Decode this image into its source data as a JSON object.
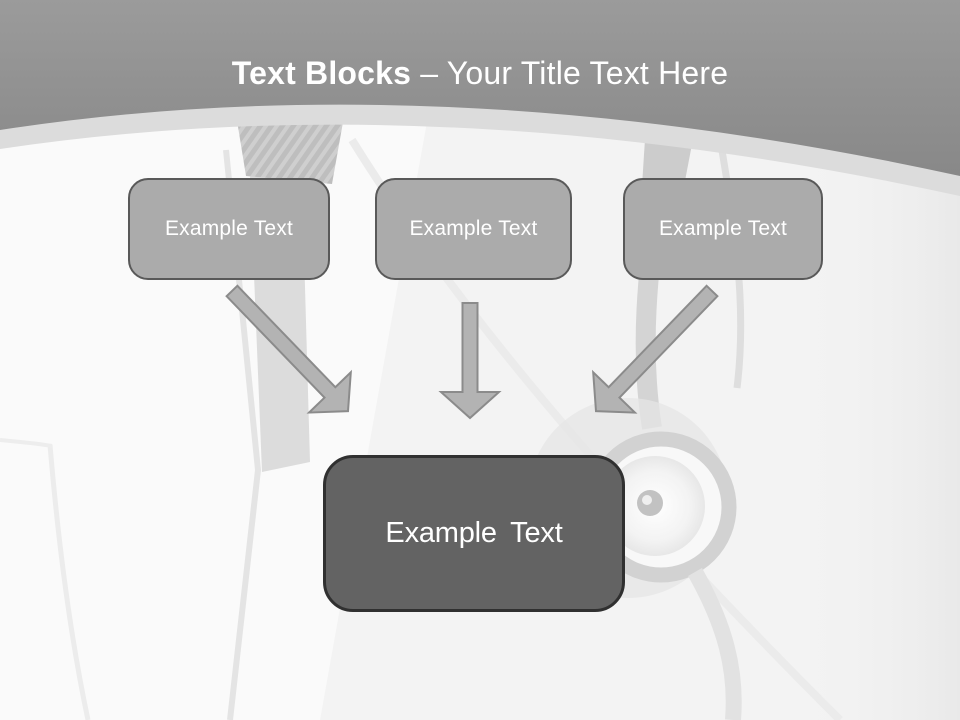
{
  "slide": {
    "title": {
      "bold": "Text Blocks",
      "rest": "– Your Title Text Here"
    },
    "top_boxes": [
      {
        "label": "Example Text"
      },
      {
        "label": "Example Text"
      },
      {
        "label": "Example Text"
      }
    ],
    "bottom_box": {
      "label": "Example Text"
    },
    "background_photo": "doctor-coat-with-stethoscope-faded-grayscale",
    "connectors": [
      {
        "name": "arrow-left-to-center",
        "direction": "down-right"
      },
      {
        "name": "arrow-middle-down",
        "direction": "down"
      },
      {
        "name": "arrow-right-to-center",
        "direction": "down-left"
      }
    ]
  },
  "colors": {
    "header_top": "#9b9b9b",
    "header_bottom": "#888888",
    "header_band": "#dcdcdc",
    "photo_base": "#f3f3f3",
    "title_text": "#ffffff",
    "topbox_fill": "#ababab",
    "topbox_border": "#595959",
    "bottombox_fill": "#636363",
    "bottombox_border": "#303030",
    "box_text": "#ffffff",
    "arrow_fill": "#b3b3b3",
    "arrow_stroke": "#8b8b8b"
  }
}
